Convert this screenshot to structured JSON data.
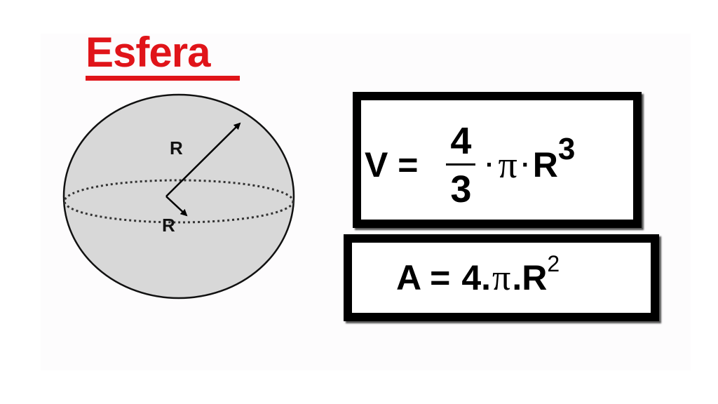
{
  "title": "Esfera",
  "colors": {
    "title": "#e01419",
    "sphere_fill": "#d8d8d8",
    "stroke": "#000000",
    "box_border": "#000000"
  },
  "sphere": {
    "radius_label_upper": "R",
    "radius_label_lower": "R"
  },
  "volume_formula": {
    "lhs": "V =",
    "numerator": "4",
    "denominator": "3",
    "dot1": "·",
    "pi": "π",
    "dot2": "·",
    "base": "R",
    "exponent": "3"
  },
  "area_formula": {
    "lhs": "A =",
    "coef": "4.",
    "pi": "π",
    "sep": ".",
    "base": "R",
    "exponent": "2"
  }
}
